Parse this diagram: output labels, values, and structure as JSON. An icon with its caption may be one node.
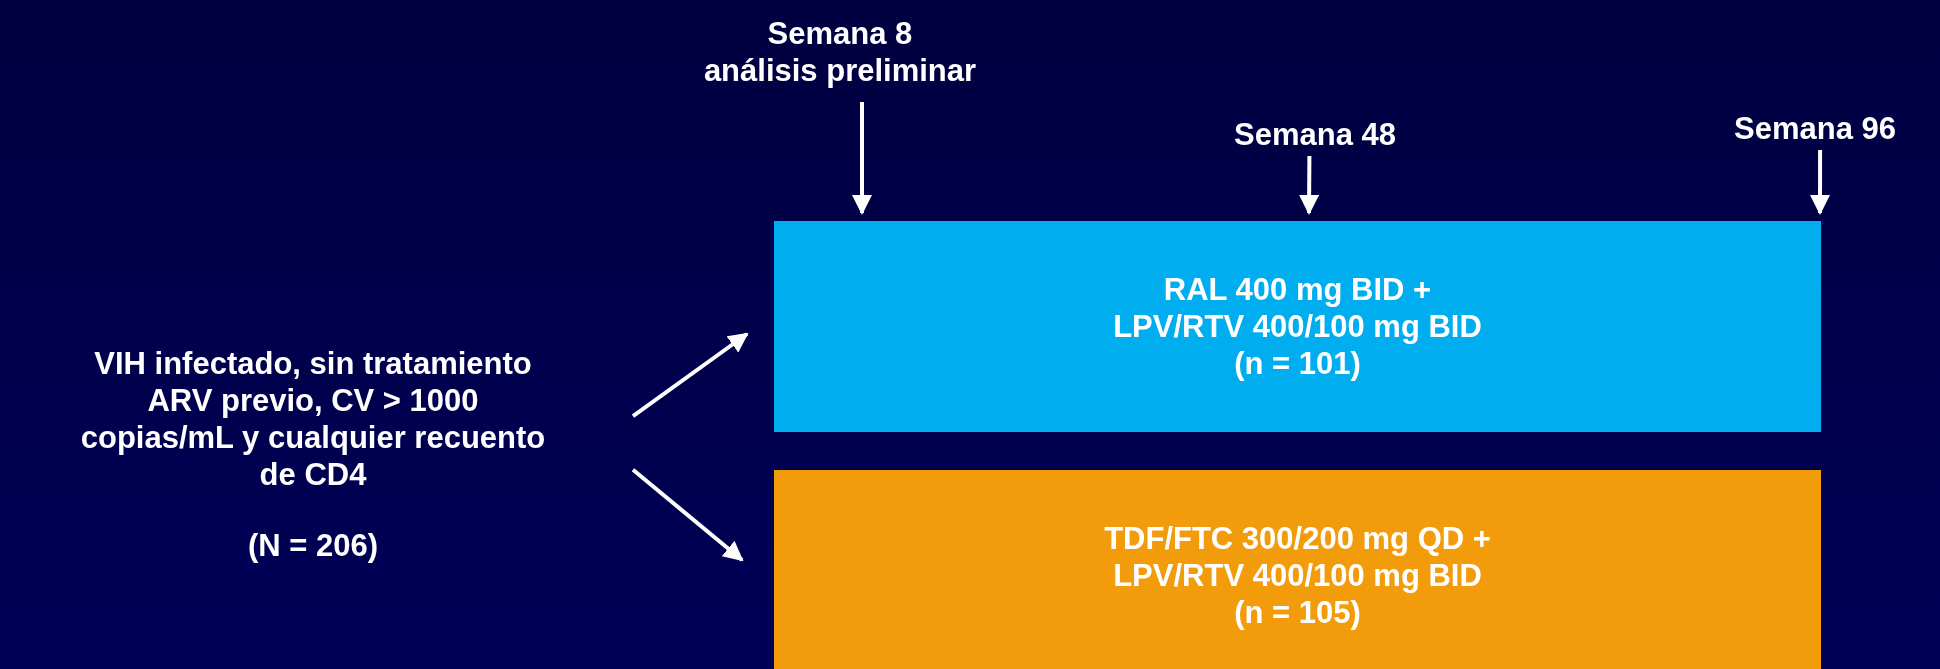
{
  "diagram": {
    "nodes": [
      {
        "text": [
          "VIH infectado, sin tratamiento ARV previo, CV > 1000 copias/mL y cualquier recuento de CD4",
          "(N = 206)"
        ]
      },
      {
        "text": [
          "RAL 400 mg BID + LPV/RTV 400/100 mg BID",
          "(n = 101)"
        ]
      },
      {
        "text": [
          "TDF/FTC 300/200 mg QD + LPV/RTV 400/100 mg BID",
          "(n = 105)"
        ]
      },
      {
        "text": [
          "Semana 8",
          "análisis preliminar"
        ]
      },
      {
        "text": [
          "Semana 48"
        ]
      },
      {
        "text": [
          "Semana 96"
        ]
      }
    ],
    "edges": [
      {
        "from": 0,
        "to": 1,
        "arrow": "to"
      },
      {
        "from": 0,
        "to": 2,
        "arrow": "to"
      },
      {
        "from": 3,
        "to": 1,
        "arrow": "to"
      },
      {
        "from": 4,
        "to": 1,
        "arrow": "to"
      },
      {
        "from": 5,
        "to": 1,
        "arrow": "to"
      }
    ]
  }
}
